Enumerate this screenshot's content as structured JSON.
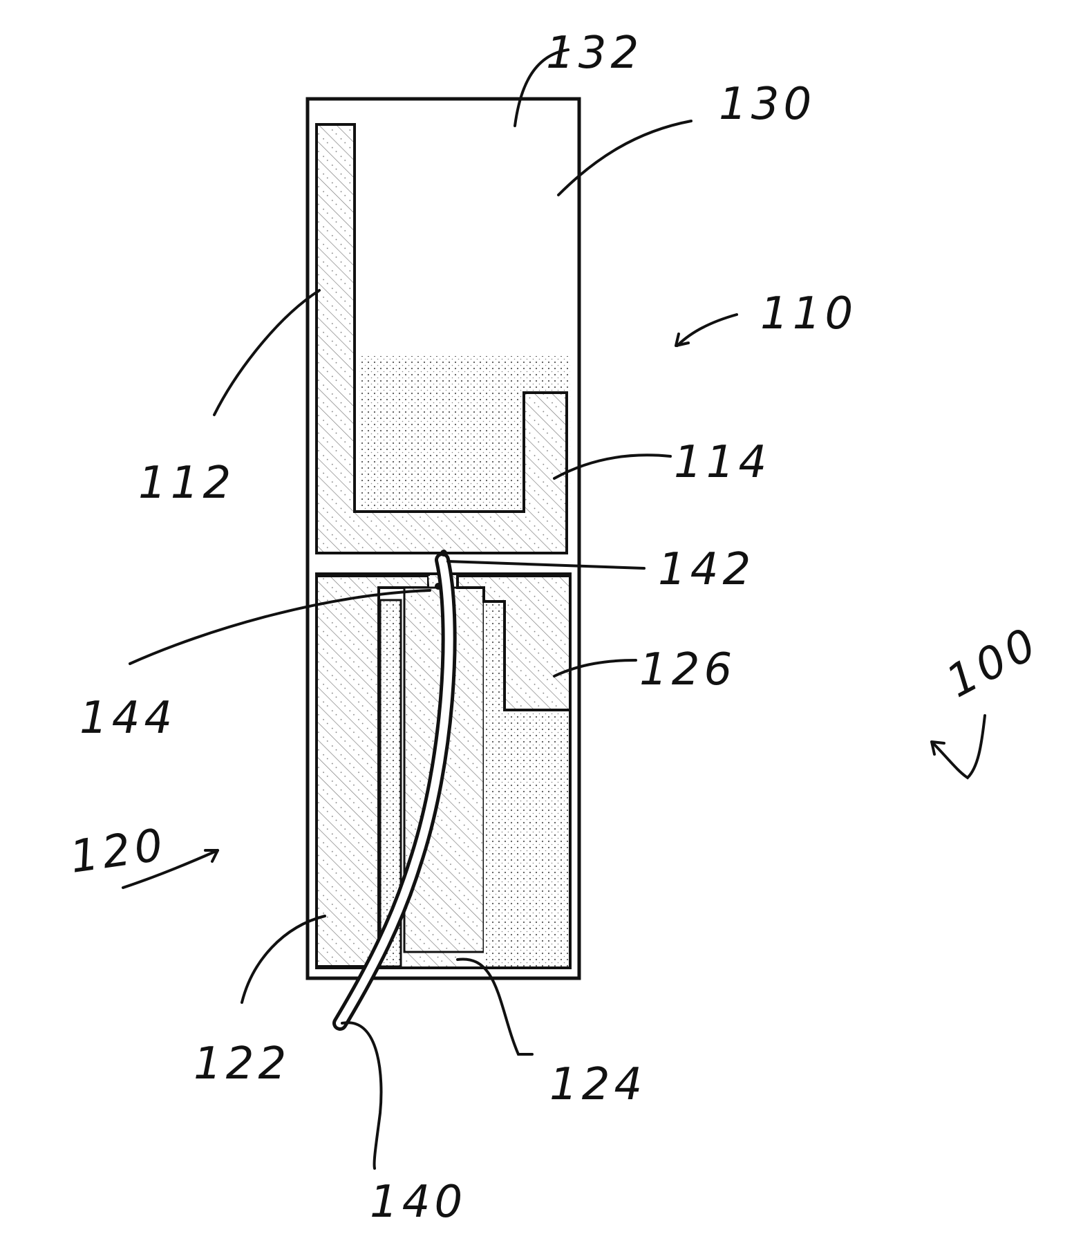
{
  "colors": {
    "ink": "#111111",
    "paper": "#ffffff"
  },
  "labels": {
    "l132": "132",
    "l130": "130",
    "l110": "110",
    "l112": "112",
    "l114": "114",
    "l142": "142",
    "l144": "144",
    "l126": "126",
    "l100": "100",
    "l120": "120",
    "l122": "122",
    "l124": "124",
    "l140": "140"
  }
}
